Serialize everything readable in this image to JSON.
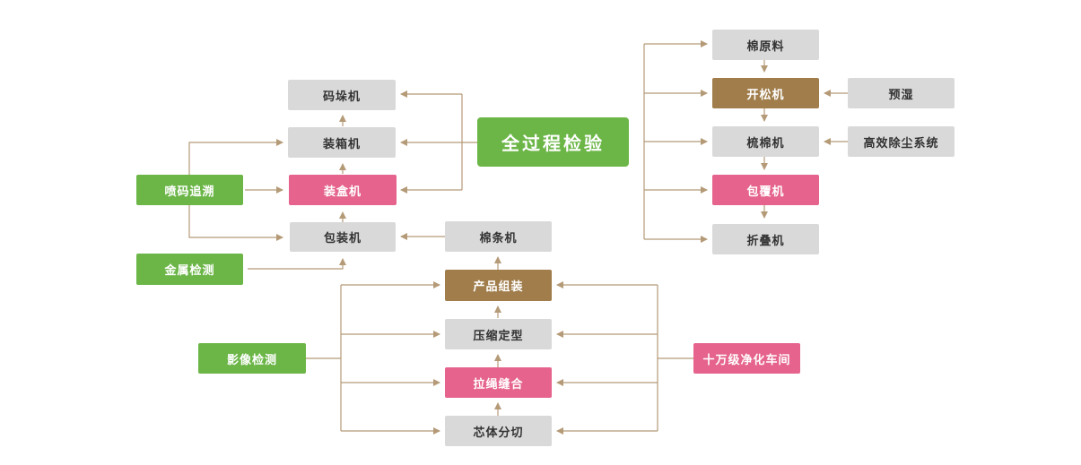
{
  "colors": {
    "connector": "#b59a77",
    "gray": "#d9d9d9",
    "pink": "#e5638c",
    "brown": "#a07d4b",
    "green": "#6cb648"
  },
  "center": {
    "label": "全过程检验"
  },
  "left_chain": {
    "stacking": "码垛机",
    "boxing": "装箱机",
    "cartoning": "装盒机",
    "packing": "包装机"
  },
  "left_inputs": {
    "inkjet": "喷码追溯",
    "metal": "金属检测"
  },
  "assembly_chain": {
    "stick": "棉条机",
    "assembly": "产品组装",
    "compress": "压缩定型",
    "rope": "拉绳缝合",
    "core_cut": "芯体分切"
  },
  "assembly_inputs": {
    "vision": "影像检测",
    "cleanroom": "十万级净化车间"
  },
  "right_chain": {
    "cotton": "棉原料",
    "opener": "开松机",
    "carding": "梳棉机",
    "wrapping": "包覆机",
    "folding": "折叠机"
  },
  "right_inputs": {
    "prewet": "预湿",
    "dust": "高效除尘系统"
  }
}
